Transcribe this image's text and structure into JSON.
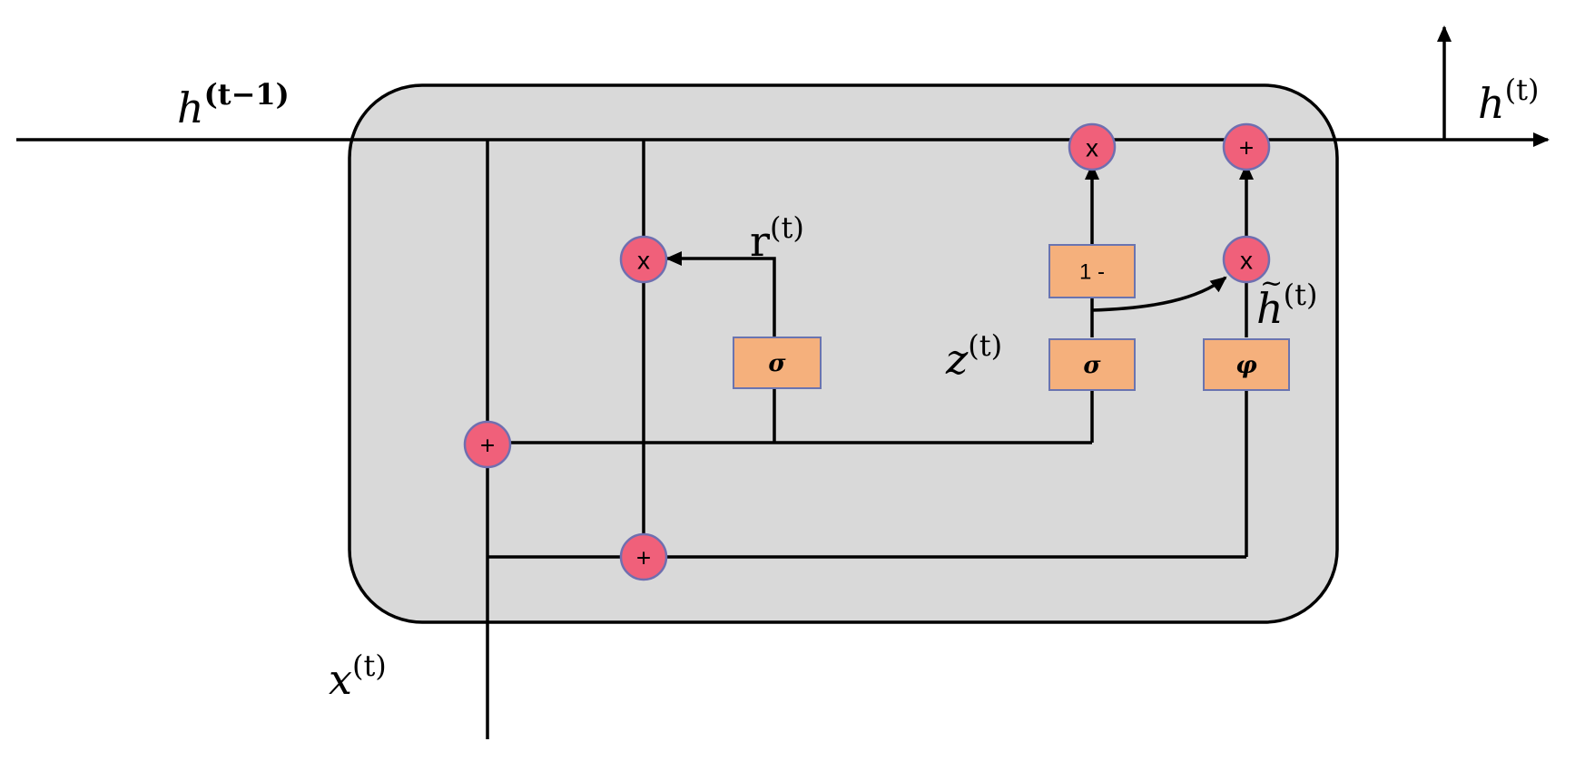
{
  "labels": {
    "h_prev": {
      "base": "h",
      "sup": "(t−1)"
    },
    "h_out": {
      "base": "h",
      "sup": "(t)"
    },
    "x_in": {
      "base": "x",
      "sup": "(t)"
    },
    "r_gate": {
      "base": "r",
      "sup": "(t)"
    },
    "z_gate": {
      "base": "z",
      "sup": "(t)"
    },
    "h_tilde": {
      "tilde": "~",
      "base": "h",
      "sup": "(t)"
    }
  },
  "ops": {
    "reset_multiply": "x",
    "update_multiply": "x",
    "candidate_multiply": "x",
    "output_add": "+",
    "r_z_input_add": "+",
    "candidate_input_add": "+"
  },
  "gates": {
    "reset_sigmoid": "σ",
    "update_sigmoid": "σ",
    "candidate_activation": "φ",
    "one_minus": "1 -"
  },
  "colors": {
    "cell_fill": "#d9d9d9",
    "op_circle": "#f0607a",
    "gate_box": "#f5b07c"
  }
}
